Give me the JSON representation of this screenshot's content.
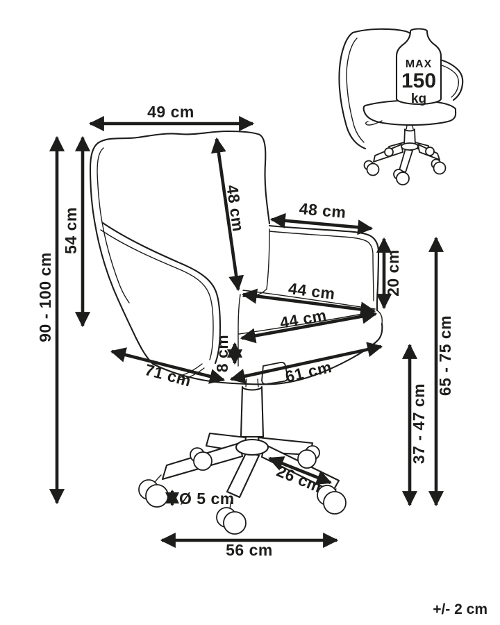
{
  "dims": {
    "backrest_width": "49 cm",
    "backrest_height_diagonal": "48 cm",
    "armrest_depth": "48 cm",
    "armrest_above_seat": "20 cm",
    "seat_width_rear": "44 cm",
    "seat_width_front": "44 cm",
    "back_section_height": "54 cm",
    "overall_height": "90 - 100 cm",
    "overall_depth": "71 cm",
    "seat_cushion_thickness": "8 cm",
    "seat_unit_width": "61 cm",
    "armrest_height_from_floor": "65 - 75 cm",
    "seat_height_from_floor": "37 - 47 cm",
    "base_leg_length": "26 cm",
    "caster_diameter": "Ø 5 cm",
    "base_width": "56 cm"
  },
  "max_load": {
    "label": "MAX",
    "value": "150",
    "unit": "kg"
  },
  "tolerance_note": "+/- 2 cm",
  "colors": {
    "ink": "#1d1d1b",
    "background": "#ffffff"
  }
}
